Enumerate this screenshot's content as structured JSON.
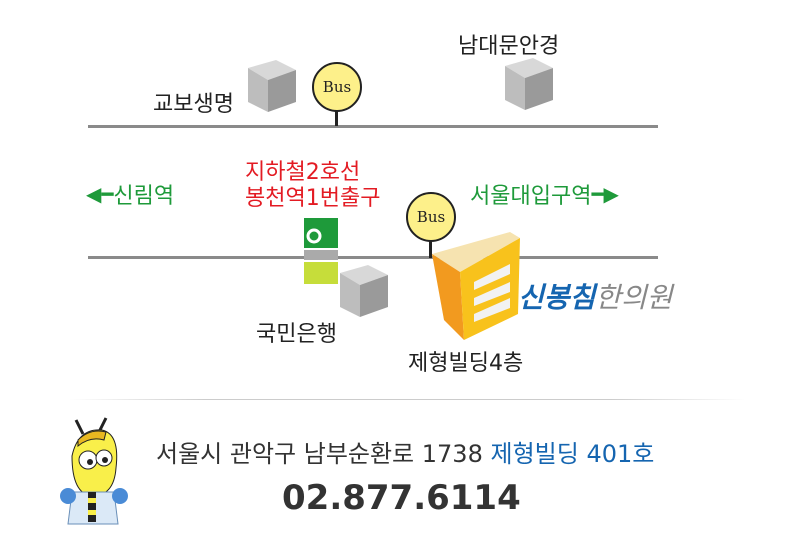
{
  "landmarks": {
    "kyobo": "교보생명",
    "namdaemun": "남대문안경",
    "kookmin": "국민은행",
    "building": "제형빌딩4층"
  },
  "directions": {
    "left": "신림역",
    "right": "서울대입구역"
  },
  "subway": {
    "line1": "지하철2호선",
    "line2": "봉천역1번출구"
  },
  "bus_label": "Bus",
  "logo": {
    "brand": "신봉침",
    "suffix": "한의원"
  },
  "address": {
    "main": "서울시 관악구 남부순환로 1738",
    "highlight": "제형빌딩 401호"
  },
  "phone": "02.877.6114",
  "colors": {
    "green": "#1e9a3a",
    "red": "#e31b23",
    "blue": "#1565b0"
  }
}
